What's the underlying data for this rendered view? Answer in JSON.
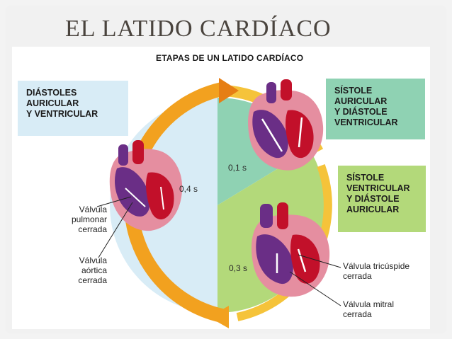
{
  "slide": {
    "title": "EL LATIDO CARDÍACO"
  },
  "figure": {
    "heading": "ETAPAS DE UN LATIDO CARDÍACO",
    "phases": [
      {
        "label": "DIÁSTOLES\nAURICULAR\nY VENTRICULAR",
        "duration": "0,4 s",
        "color": "#d8ecf6"
      },
      {
        "label": "SÍSTOLE\nAURICULAR\nY DIÁSTOLE\nVENTRICULAR",
        "duration": "0,1 s",
        "color": "#8fd2b3"
      },
      {
        "label": "SÍSTOLE\nVENTRICULAR\nY DIÁSTOLE\nAURICULAR",
        "duration": "0,3 s",
        "color": "#b3d97a"
      }
    ],
    "callouts": {
      "pulmonary": "Válvula\npulmonar\ncerrada",
      "aortic": "Válvula\naórtica\ncerrada",
      "tricuspid": "Válvula tricúspide\ncerrada",
      "mitral": "Válvula mitral\ncerrada"
    },
    "colors": {
      "arrow": "#f2a11f",
      "arrow_dark": "#e67e14",
      "heart_red": "#c2102a",
      "heart_purple": "#6a2e86",
      "heart_pink": "#e58ea0"
    }
  }
}
